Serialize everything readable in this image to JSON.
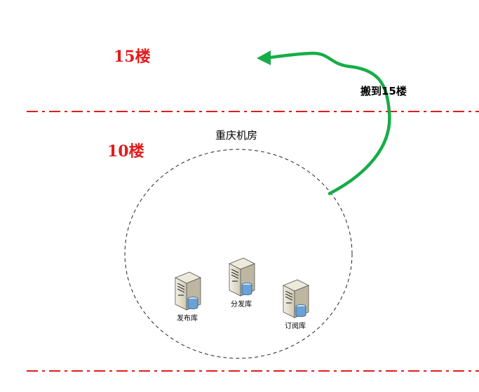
{
  "floors": {
    "upper": "15楼",
    "lower": "10楼",
    "color": "#e21c1c"
  },
  "move_arrow": {
    "label": "搬到15楼",
    "color": "#16ad48"
  },
  "machine_room": {
    "label": "重庆机房"
  },
  "servers": [
    {
      "label": "发布库",
      "icon": "database-server-icon"
    },
    {
      "label": "分发库",
      "icon": "database-server-icon"
    },
    {
      "label": "订阅库",
      "icon": "database-server-icon"
    }
  ],
  "divider_color": "#e21c1c"
}
